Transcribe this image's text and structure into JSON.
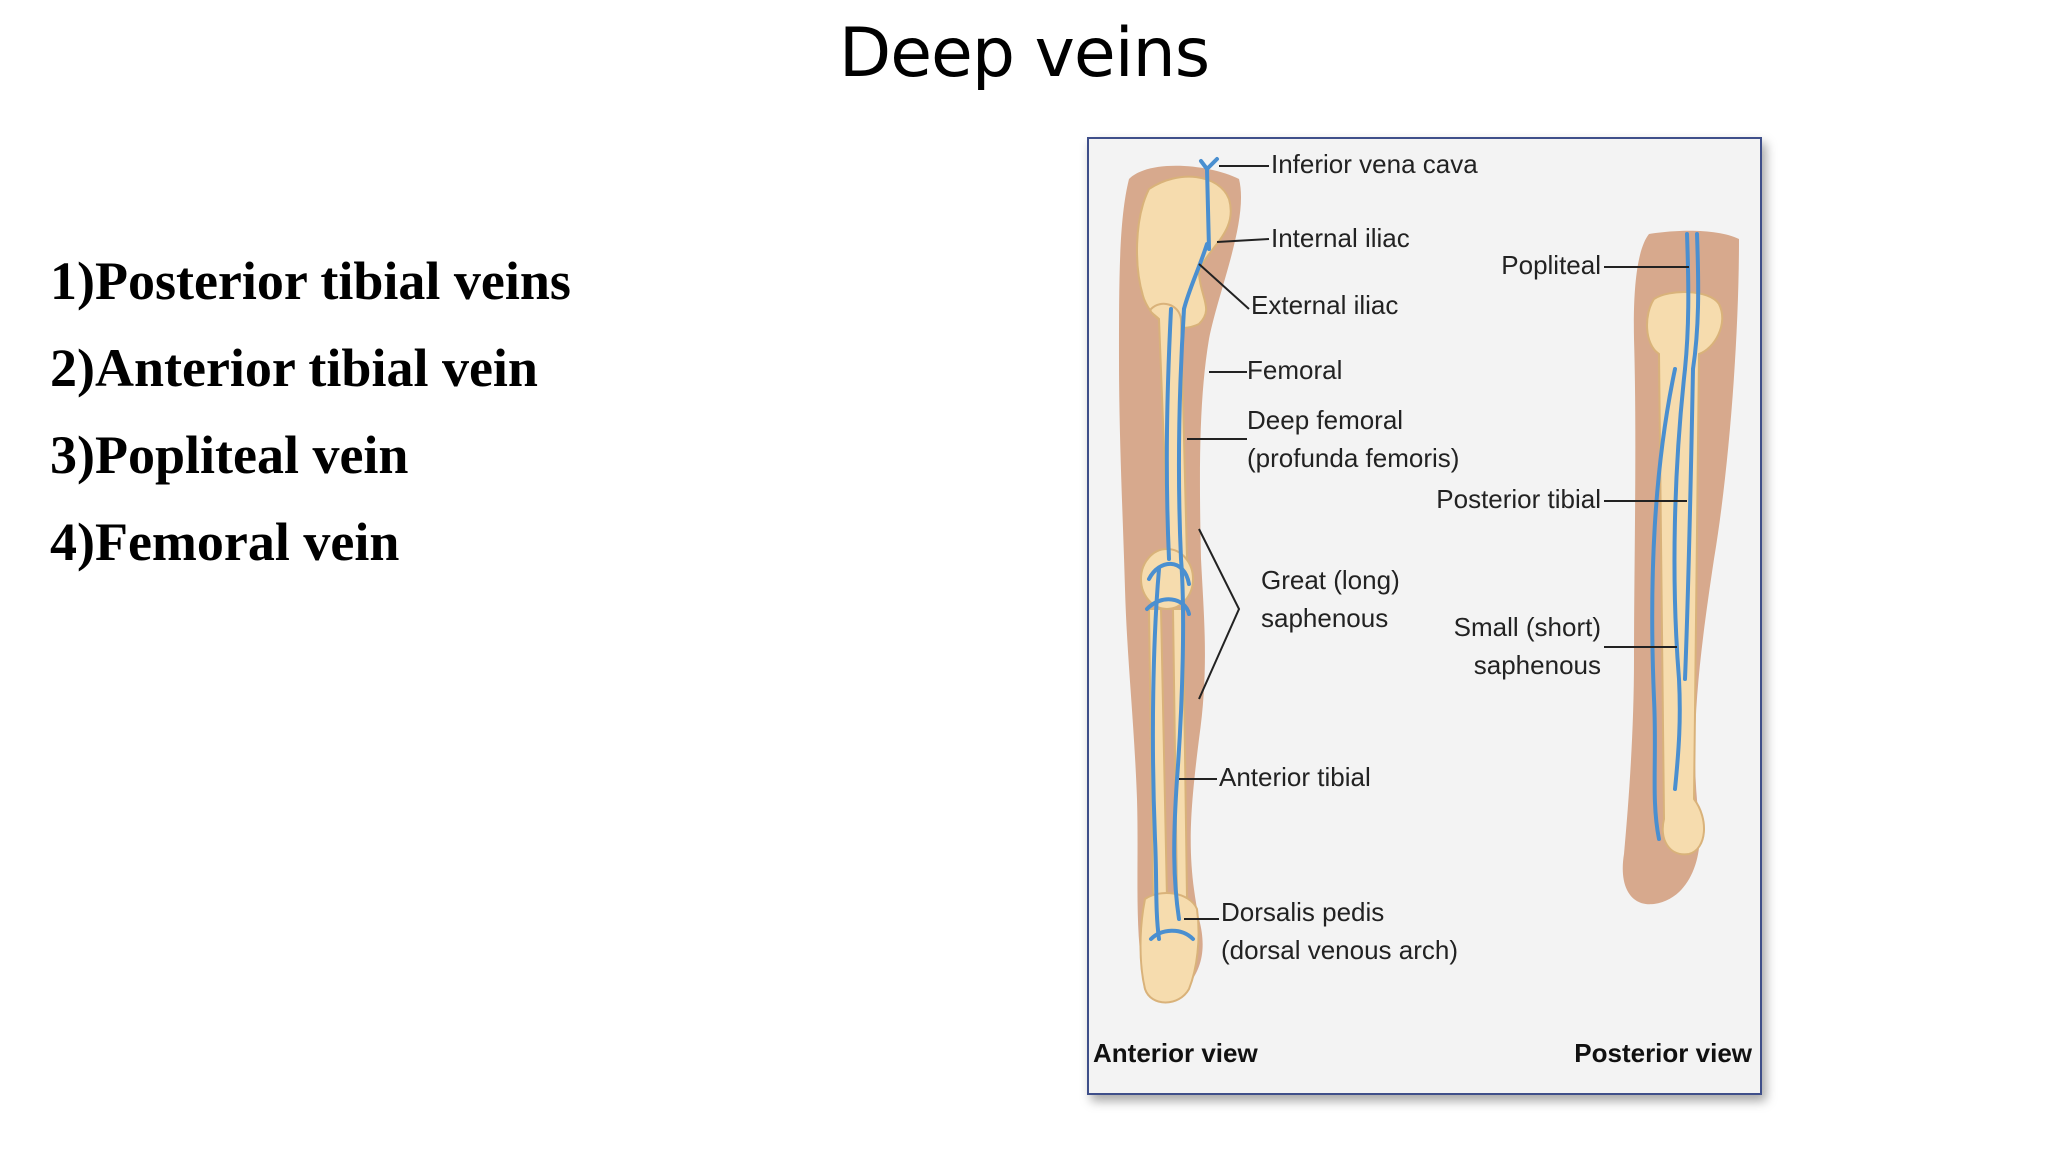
{
  "title": "Deep veins",
  "veins": [
    "1)Posterior tibial veins",
    "2)Anterior tibial vein",
    "3)Popliteal vein",
    "4)Femoral vein"
  ],
  "figure": {
    "labels": {
      "inferior_vena_cava": "Inferior vena cava",
      "internal_iliac": "Internal iliac",
      "external_iliac": "External iliac",
      "femoral": "Femoral",
      "deep_femoral_1": "Deep femoral",
      "deep_femoral_2": "(profunda femoris)",
      "great_saphenous_1": "Great (long)",
      "great_saphenous_2": "saphenous",
      "anterior_tibial": "Anterior tibial",
      "dorsalis_pedis_1": "Dorsalis pedis",
      "dorsalis_pedis_2": "(dorsal venous arch)",
      "popliteal": "Popliteal",
      "posterior_tibial": "Posterior tibial",
      "small_saphenous_1": "Small (short)",
      "small_saphenous_2": "saphenous"
    },
    "anterior_view": "Anterior view",
    "posterior_view": "Posterior view",
    "colors": {
      "vein": "#4a8fd0",
      "skin": "#d7a98d",
      "bone": "#f6dcae",
      "background": "#f3f3f3",
      "frame": "#3f4f8a"
    }
  }
}
